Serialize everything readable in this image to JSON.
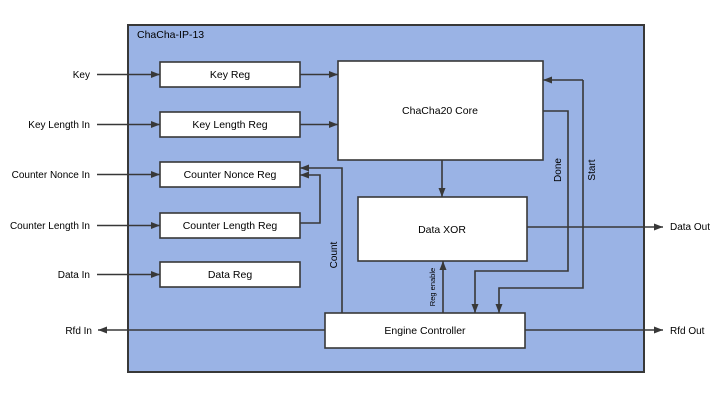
{
  "title": "ChaCha-IP-13",
  "blocks": {
    "key_reg": "Key Reg",
    "key_length_reg": "Key Length Reg",
    "counter_nonce_reg": "Counter Nonce Reg",
    "counter_length_reg": "Counter Length Reg",
    "data_reg": "Data Reg",
    "chacha20_core": "ChaCha20 Core",
    "data_xor": "Data XOR",
    "engine_controller": "Engine Controller"
  },
  "ports": {
    "key": "Key",
    "key_length_in": "Key Length In",
    "counter_nonce_in": "Counter Nonce In",
    "counter_length_in": "Counter Length In",
    "data_in": "Data In",
    "rfd_in": "Rfd In",
    "data_out": "Data Out",
    "rfd_out": "Rfd Out"
  },
  "signals": {
    "done": "Done",
    "start": "Start",
    "count": "Count",
    "reg_enable": "Reg enable"
  },
  "colors": {
    "container_fill": "#9AB3E5",
    "block_fill": "#FFFFFF",
    "line": "#383838",
    "text": "#000000"
  }
}
